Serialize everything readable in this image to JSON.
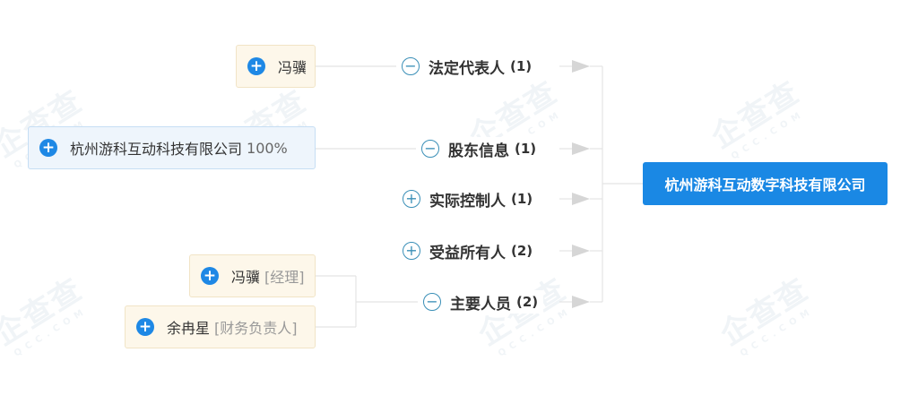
{
  "root": {
    "label": "杭州游科互动数字科技有限公司",
    "color": "#1a88e4"
  },
  "categories": [
    {
      "label": "法定代表人",
      "count": "(1)",
      "toggle": "−",
      "expanded": true
    },
    {
      "label": "股东信息",
      "count": "(1)",
      "toggle": "−",
      "expanded": true
    },
    {
      "label": "实际控制人",
      "count": "(1)",
      "toggle": "+",
      "expanded": false
    },
    {
      "label": "受益所有人",
      "count": "(2)",
      "toggle": "+",
      "expanded": false
    },
    {
      "label": "主要人员",
      "count": "(2)",
      "toggle": "−",
      "expanded": true
    }
  ],
  "leaves": {
    "legal_rep": [
      {
        "name": "冯骥",
        "icon": "+"
      }
    ],
    "shareholders": [
      {
        "name": "杭州游科互动科技有限公司",
        "percent": "100%",
        "icon": "+"
      }
    ],
    "key_personnel": [
      {
        "name": "冯骥",
        "role": "[经理]",
        "icon": "+"
      },
      {
        "name": "余冉星",
        "role": "[财务负责人]",
        "icon": "+"
      }
    ]
  },
  "watermark": {
    "text": "企查查",
    "sub": "QCC.COM"
  },
  "colors": {
    "accent": "#1e88e5",
    "toggle": "#3a8fb7",
    "leaf_bg": "#fdf7ea",
    "leaf_border": "#f1e4c6",
    "shareholder_bg": "#eef5fc",
    "shareholder_border": "#c6def4",
    "connector": "#e4e4e4",
    "arrow": "#d6d6d6"
  }
}
